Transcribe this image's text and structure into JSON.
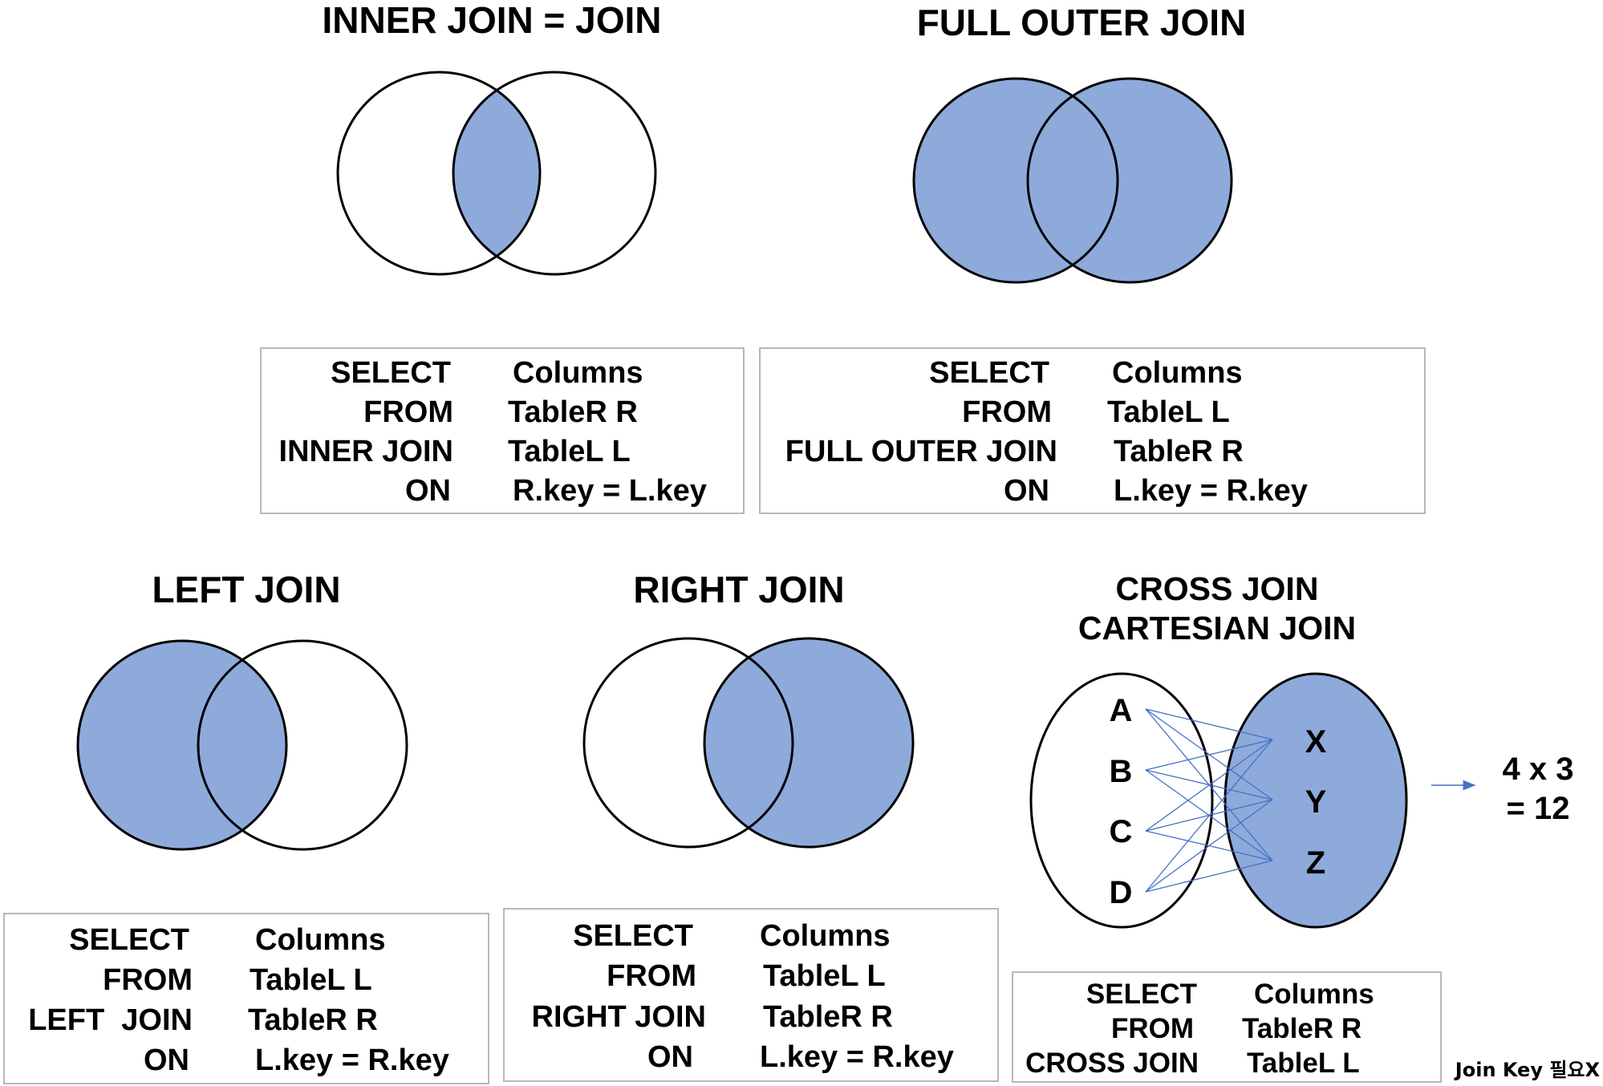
{
  "colors": {
    "fill": "#8eaadb",
    "outline": "#000000",
    "connector": "#4472c4",
    "box_border": "#a6a6a6"
  },
  "inner": {
    "title": "INNER JOIN = JOIN",
    "sql": {
      "k1": "SELECT",
      "v1": "Columns",
      "k2": "FROM",
      "v2": "TableR R",
      "k3": "INNER JOIN",
      "v3": "TableL L",
      "k4": "ON",
      "v4": "R.key = L.key"
    }
  },
  "full": {
    "title": "FULL OUTER JOIN",
    "sql": {
      "k1": "SELECT",
      "v1": "Columns",
      "k2": "FROM",
      "v2": "TableL L",
      "k3": "FULL OUTER JOIN",
      "v3": "TableR R",
      "k4": "ON",
      "v4": "L.key = R.key"
    }
  },
  "left": {
    "title": "LEFT JOIN",
    "sql": {
      "k1": "SELECT",
      "v1": "Columns",
      "k2": "FROM",
      "v2": "TableL L",
      "k3": "LEFT  JOIN",
      "v3": "TableR R",
      "k4": "ON",
      "v4": "L.key = R.key"
    }
  },
  "right": {
    "title": "RIGHT JOIN",
    "sql": {
      "k1": "SELECT",
      "v1": "Columns",
      "k2": "FROM",
      "v2": "TableL L",
      "k3": "RIGHT JOIN",
      "v3": "TableR R",
      "k4": "ON",
      "v4": "L.key = R.key"
    }
  },
  "cross": {
    "title_line1": "CROSS JOIN",
    "title_line2": "CARTESIAN JOIN",
    "left_items": [
      "A",
      "B",
      "C",
      "D"
    ],
    "right_items": [
      "X",
      "Y",
      "Z"
    ],
    "result_line1": "4 x 3",
    "result_line2": "= 12",
    "sql": {
      "k1": "SELECT",
      "v1": "Columns",
      "k2": "FROM",
      "v2": "TableR R",
      "k3": "CROSS JOIN",
      "v3": "TableL L"
    },
    "note": "Join Key 필요X"
  }
}
